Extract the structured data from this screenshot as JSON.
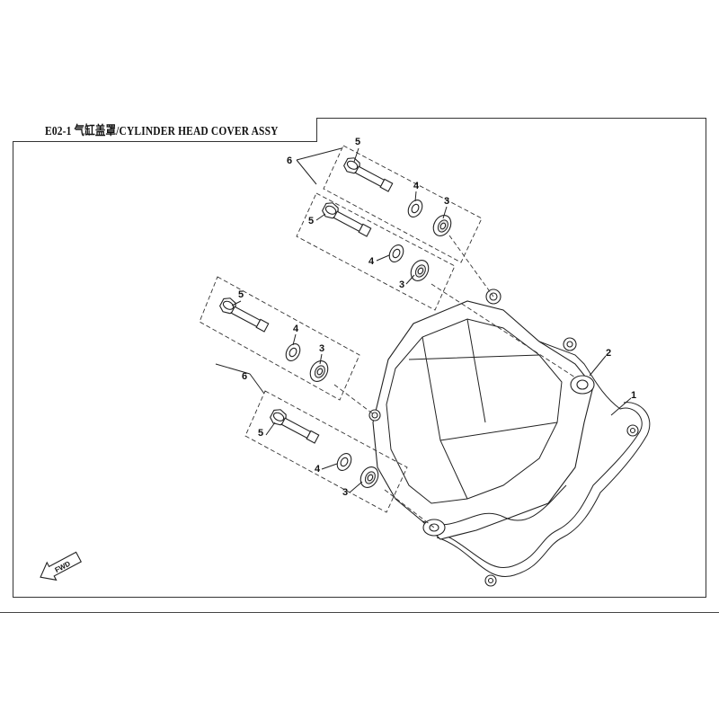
{
  "title": "E02-1 气缸盖罩/CYLINDER HEAD COVER ASSY",
  "fwd_label": "FWD",
  "callouts": {
    "part1": "1",
    "part2": "2",
    "group_a": {
      "bolt": "5",
      "washer": "4",
      "grommet": "3"
    },
    "group_b": {
      "bolt": "5",
      "washer": "4",
      "grommet": "3"
    },
    "group_c": {
      "bolt": "5",
      "washer": "4",
      "grommet": "3"
    },
    "group_d": {
      "bolt": "5",
      "washer": "4",
      "grommet": "3"
    },
    "set_upper": "6",
    "set_lower": "6"
  }
}
